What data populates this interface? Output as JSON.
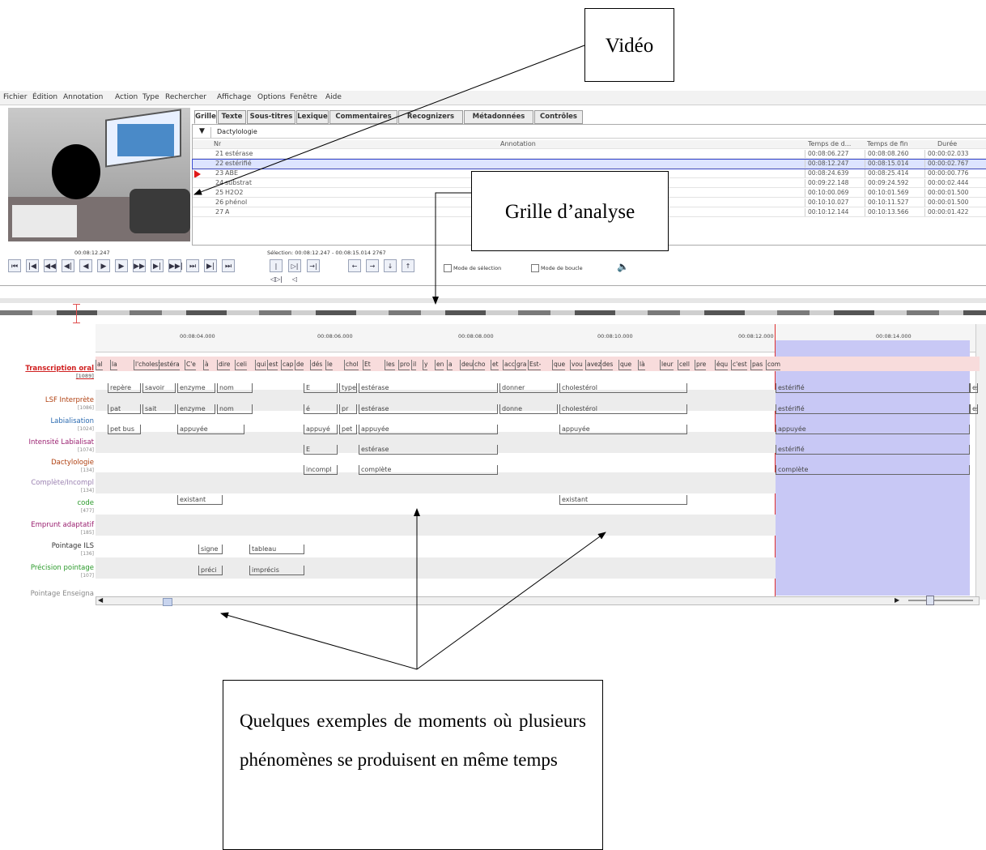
{
  "callouts": {
    "video": "Vidéo",
    "grid": "Grille d’analyse",
    "examples": "Quelques exemples de moments où plusieurs phénomènes se produisent en même temps"
  },
  "menu": [
    "Fichier",
    "Édition",
    "Annotation",
    "Action",
    "Type",
    "Rechercher",
    "Affichage",
    "Options",
    "Fenêtre",
    "Aide"
  ],
  "tabs": [
    "Grille",
    "Texte",
    "Sous-titres",
    "Lexique",
    "Commentaires",
    "Recognizers",
    "Métadonnées",
    "Contrôles"
  ],
  "grid": {
    "tier_selected": "Dactylologie",
    "headers": {
      "nr": "Nr",
      "annotation": "Annotation",
      "start": "Temps de d...",
      "end": "Temps de fin",
      "duration": "Durée"
    },
    "rows": [
      {
        "nr": "21",
        "ann": "estérase",
        "start": "00:08:06.227",
        "end": "00:08:08.260",
        "dur": "00:00:02.033"
      },
      {
        "nr": "22",
        "ann": "estérifié",
        "start": "00:08:12.247",
        "end": "00:08:15.014",
        "dur": "00:00:02.767"
      },
      {
        "nr": "23",
        "ann": "ABE",
        "start": "00:08:24.639",
        "end": "00:08:25.414",
        "dur": "00:00:00.776"
      },
      {
        "nr": "24",
        "ann": "substrat",
        "start": "00:09:22.148",
        "end": "00:09:24.592",
        "dur": "00:00:02.444"
      },
      {
        "nr": "25",
        "ann": "H2O2",
        "start": "00:10:00.069",
        "end": "00:10:01.569",
        "dur": "00:00:01.500"
      },
      {
        "nr": "26",
        "ann": "phénol",
        "start": "00:10:10.027",
        "end": "00:10:11.527",
        "dur": "00:00:01.500"
      },
      {
        "nr": "27",
        "ann": "A",
        "start": "00:10:12.144",
        "end": "00:10:13.566",
        "dur": "00:00:01.422"
      }
    ]
  },
  "player": {
    "time": "00:08:12.247",
    "selection": "Sélection: 00:08:12.247 - 00:08:15.014  2767",
    "mode_selection": "Mode de sélection",
    "mode_loop": "Mode de boucle"
  },
  "ruler": [
    "00:08:04.000",
    "00:08:06.000",
    "00:08:08.000",
    "00:08:10.000",
    "00:08:12.000",
    "00:08:14.000"
  ],
  "tiers": [
    {
      "name": "Transcription oral",
      "count": "[1089]",
      "color": "#d02020"
    },
    {
      "name": "LSF Interprète",
      "count": "[1086]",
      "color": "#b04010"
    },
    {
      "name": "Labialisation",
      "count": "[1024]",
      "color": "#2a6ab0"
    },
    {
      "name": "Intensité Labialisat",
      "count": "[1074]",
      "color": "#9a2070"
    },
    {
      "name": "Dactylologie",
      "count": "[134]",
      "color": "#b04010"
    },
    {
      "name": "Complète/Incompl",
      "count": "[134]",
      "color": "#9a80b0"
    },
    {
      "name": "code",
      "count": "[477]",
      "color": "#2a9a2a"
    },
    {
      "name": "Emprunt adaptatif",
      "count": "[185]",
      "color": "#9a2070"
    },
    {
      "name": "Pointage ILS",
      "count": "[136]",
      "color": "#333333"
    },
    {
      "name": "Précision pointage",
      "count": "[107]",
      "color": "#2a9a2a"
    },
    {
      "name": "Pointage Enseigna",
      "count": "",
      "color": "#888888"
    }
  ],
  "transcription_words": [
    "al",
    "la",
    "l'cholest",
    "estéra",
    "C'e",
    "à",
    "dire",
    "celi",
    "qui",
    "est",
    "cap",
    "de",
    "dés",
    "le",
    "chol",
    "Et",
    "les",
    "pro",
    "il",
    "y",
    "en",
    "a",
    "deu",
    "cho",
    "et",
    "acc",
    "gra",
    "Est-",
    "que",
    "vou",
    "avez",
    "des",
    "que",
    "là",
    "leur",
    "cell",
    "pre",
    "équ",
    "c'est",
    "pas",
    "com"
  ],
  "annotations": {
    "lsf": [
      "repère",
      "savoir",
      "enzyme",
      "nom",
      "E",
      "type",
      "estérase",
      "donner",
      "cholestérol",
      "estérifié",
      "es"
    ],
    "labial": [
      "pat",
      "sait",
      "enzyme",
      "nom",
      "é",
      "pr",
      "estérase",
      "donne",
      "cholestérol",
      "estérifié",
      "es"
    ],
    "intensite": [
      "pet bus",
      "appuyée",
      "appuyé",
      "pet",
      "appuyée",
      "appuyée",
      "appuyée"
    ],
    "dactylo": [
      "E",
      "estérase",
      "estérifié"
    ],
    "complete": [
      "incompl",
      "complète",
      "complète"
    ],
    "code": [
      "existant",
      "existant"
    ],
    "pointage": [
      "signe",
      "tableau"
    ],
    "precision": [
      "préci",
      "imprécis"
    ]
  }
}
